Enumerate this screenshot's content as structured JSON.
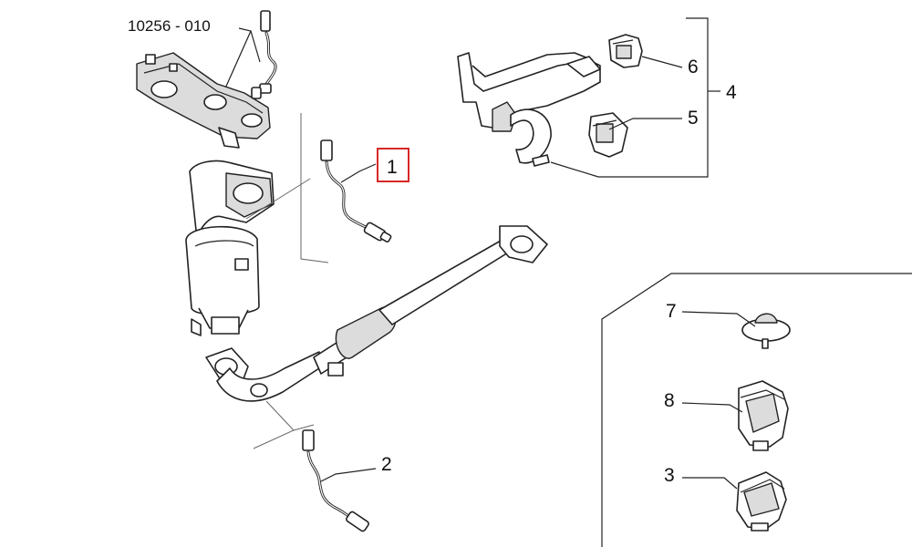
{
  "diagram": {
    "part_number": "10256 - 010",
    "callouts": [
      {
        "id": "c1",
        "label": "1",
        "highlighted": true
      },
      {
        "id": "c2",
        "label": "2",
        "highlighted": false
      },
      {
        "id": "c3",
        "label": "3",
        "highlighted": false
      },
      {
        "id": "c4",
        "label": "4",
        "highlighted": false
      },
      {
        "id": "c5",
        "label": "5",
        "highlighted": false
      },
      {
        "id": "c6",
        "label": "6",
        "highlighted": false
      },
      {
        "id": "c7",
        "label": "7",
        "highlighted": false
      },
      {
        "id": "c8",
        "label": "8",
        "highlighted": false
      }
    ],
    "highlight_color": "#d62828"
  }
}
